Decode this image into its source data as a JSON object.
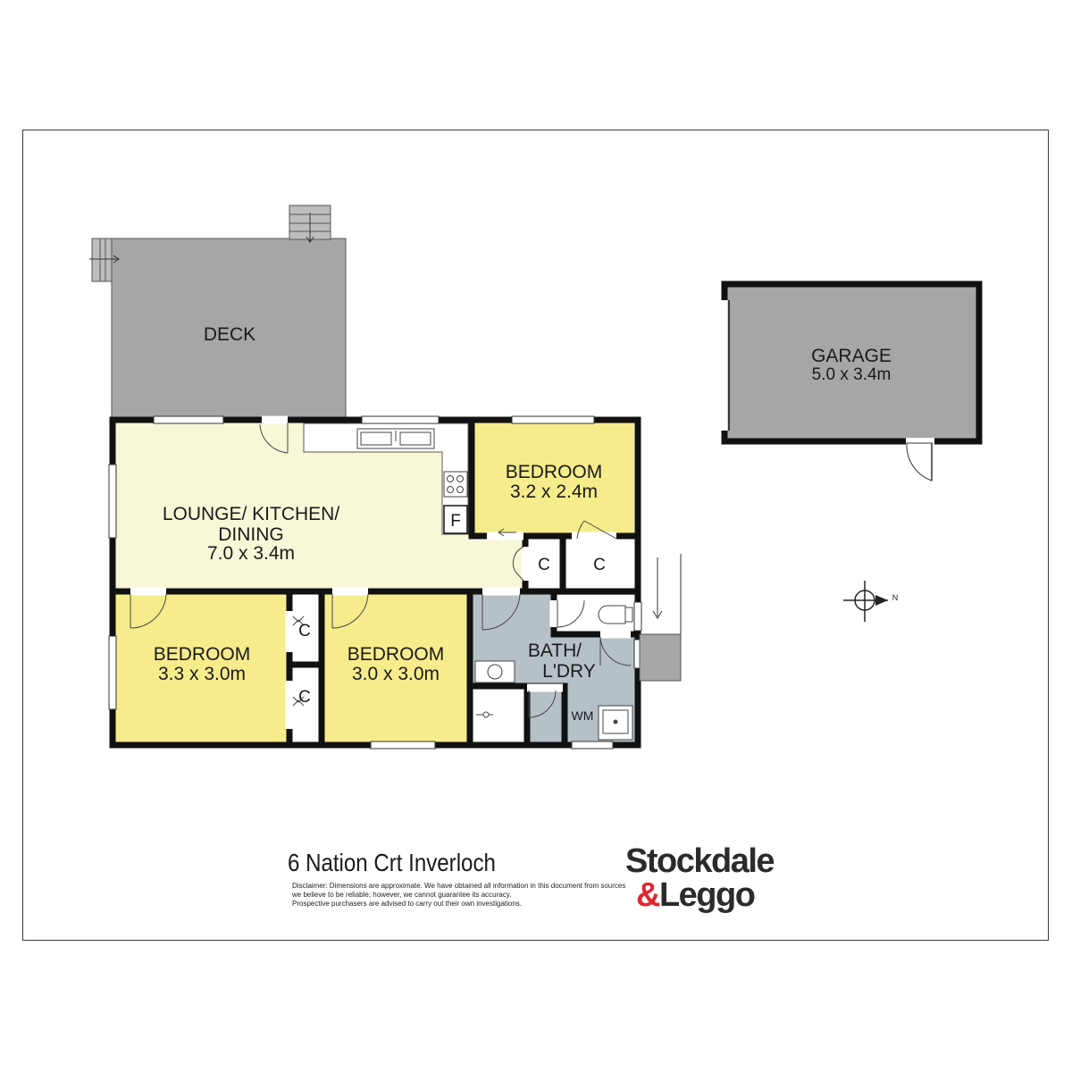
{
  "plan": {
    "rooms": {
      "deck": {
        "name": "DECK"
      },
      "garage": {
        "name": "GARAGE",
        "size": "5.0 x 3.4m"
      },
      "lounge": {
        "name_line1": "LOUNGE/ KITCHEN/",
        "name_line2": "DINING",
        "size": "7.0 x 3.4m"
      },
      "bedroom_ne": {
        "name": "BEDROOM",
        "size": "3.2 x 2.4m"
      },
      "bedroom_sw": {
        "name": "BEDROOM",
        "size": "3.3 x 3.0m"
      },
      "bedroom_mid": {
        "name": "BEDROOM",
        "size": "3.0 x 3.0m"
      },
      "bath": {
        "name_line1": "BATH/",
        "name_line2": "L'DRY"
      }
    },
    "fixtures": {
      "fridge": "F",
      "closet": "C",
      "washing_machine": "WM"
    },
    "compass": {
      "north": "N"
    }
  },
  "colors": {
    "living": "#f8f7d8",
    "bedroom": "#f7ec8c",
    "wet_area": "#b5c0c7",
    "outdoor": "#a6a6a6",
    "wall": "#111111"
  },
  "footer": {
    "address": "6 Nation Crt Inverloch",
    "disclaimer": [
      "Disclaimer: Dimensions are approximate. We have obtained all information in this document from sources",
      "we believe to be reliable; however, we cannot guarantee its accuracy.",
      "Prospective purchasers are advised to carry out their own investigations."
    ],
    "brand_line1": "Stockdale",
    "brand_amp": "&",
    "brand_line2": "Leggo"
  }
}
